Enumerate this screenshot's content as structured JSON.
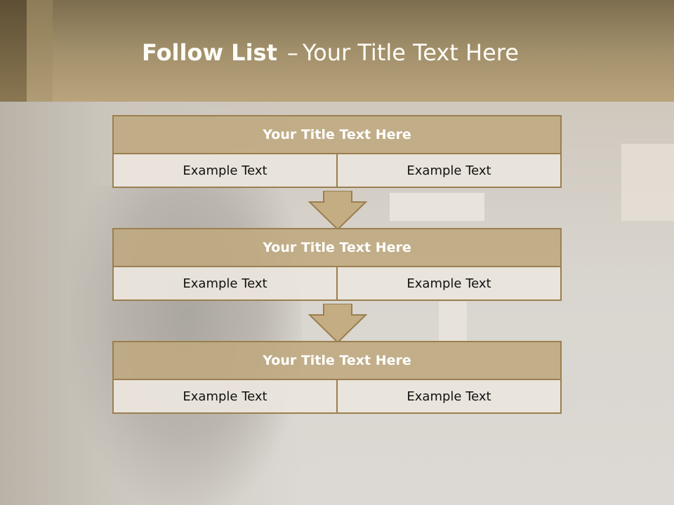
{
  "slide": {
    "title_bold": "Follow List",
    "title_dash": "–",
    "title_rest": "Your Title Text Here"
  },
  "blocks": [
    {
      "title": "Your Title Text Here",
      "left": "Example Text",
      "right": "Example Text"
    },
    {
      "title": "Your Title Text Here",
      "left": "Example Text",
      "right": "Example Text"
    },
    {
      "title": "Your Title Text Here",
      "left": "Example Text",
      "right": "Example Text"
    }
  ],
  "colors": {
    "header_top": "#7d6d4f",
    "header_bottom": "#b9a47c",
    "box_title": "#bea87e",
    "box_border": "#9a7f50",
    "cell": "#eae5dc"
  }
}
